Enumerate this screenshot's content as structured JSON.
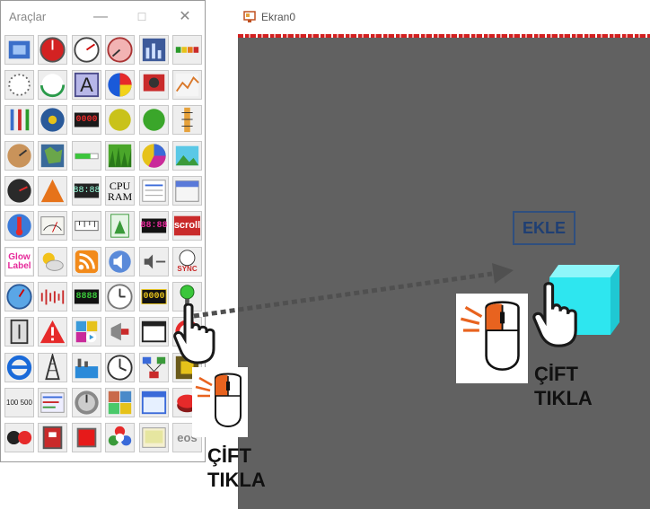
{
  "toolbox": {
    "title": "Araçlar",
    "minimize_glyph": "—",
    "maximize_glyph": "☐",
    "close_glyph": "✕",
    "tools": [
      {
        "icon": "image-rotate-icon"
      },
      {
        "icon": "red-gauge-icon"
      },
      {
        "icon": "speedometer-icon"
      },
      {
        "icon": "pink-gauge-icon"
      },
      {
        "icon": "bar-chart-icon"
      },
      {
        "icon": "level-bar-icon"
      },
      {
        "icon": "dotted-circle-icon"
      },
      {
        "icon": "green-dial-icon"
      },
      {
        "icon": "text-box-icon",
        "text": "A"
      },
      {
        "icon": "color-wheel-icon"
      },
      {
        "icon": "red-speaker-icon"
      },
      {
        "icon": "line-chart-icon"
      },
      {
        "icon": "slider-group-icon"
      },
      {
        "icon": "blue-knob-icon"
      },
      {
        "icon": "digital-display-icon",
        "text": "0000"
      },
      {
        "icon": "yellow-led-icon"
      },
      {
        "icon": "green-led-icon"
      },
      {
        "icon": "thermometer-scale-icon"
      },
      {
        "icon": "copper-knob-icon"
      },
      {
        "icon": "map-icon"
      },
      {
        "icon": "green-progress-icon"
      },
      {
        "icon": "grass-icon"
      },
      {
        "icon": "pie-chart-icon"
      },
      {
        "icon": "picture-icon"
      },
      {
        "icon": "dark-gauge-icon"
      },
      {
        "icon": "triangle-icon"
      },
      {
        "icon": "seven-segment-icon",
        "text": "88:88"
      },
      {
        "icon": "cpu-ram-icon",
        "text": "CPU RAM"
      },
      {
        "icon": "info-panel-icon"
      },
      {
        "icon": "calendar-icon"
      },
      {
        "icon": "thermometer-icon"
      },
      {
        "icon": "analog-meter-icon"
      },
      {
        "icon": "ruler-icon"
      },
      {
        "icon": "document-icon"
      },
      {
        "icon": "led-time-icon",
        "text": "88:88"
      },
      {
        "icon": "scroll-text-icon",
        "text": "scroll"
      },
      {
        "icon": "glow-label-icon",
        "text": "Glow Label"
      },
      {
        "icon": "weather-icon"
      },
      {
        "icon": "rss-icon"
      },
      {
        "icon": "sound-icon"
      },
      {
        "icon": "speaker-wave-icon"
      },
      {
        "icon": "sync-clock-icon",
        "text": "SYNC"
      },
      {
        "icon": "blue-gauge-icon"
      },
      {
        "icon": "audio-level-icon"
      },
      {
        "icon": "digital-counter-icon",
        "text": "8888"
      },
      {
        "icon": "clock-icon"
      },
      {
        "icon": "odometer-icon",
        "text": "0000"
      },
      {
        "icon": "green-indicator-icon"
      },
      {
        "icon": "switch-icon"
      },
      {
        "icon": "warning-icon"
      },
      {
        "icon": "media-icon"
      },
      {
        "icon": "megaphone-icon"
      },
      {
        "icon": "window-icon"
      },
      {
        "icon": "target-icon"
      },
      {
        "icon": "browser-icon"
      },
      {
        "icon": "tower-icon"
      },
      {
        "icon": "factory-icon"
      },
      {
        "icon": "clock-face-icon"
      },
      {
        "icon": "network-icon"
      },
      {
        "icon": "circuit-icon"
      },
      {
        "icon": "numeric-input-icon",
        "text": "100 500"
      },
      {
        "icon": "tank-bars-icon"
      },
      {
        "icon": "round-knob-icon"
      },
      {
        "icon": "image-grid-icon"
      },
      {
        "icon": "window-frame-icon"
      },
      {
        "icon": "red-button-icon"
      },
      {
        "icon": "toggle-button-icon"
      },
      {
        "icon": "red-switch-icon"
      },
      {
        "icon": "red-square-icon"
      },
      {
        "icon": "multicolor-icon"
      },
      {
        "icon": "photo-icon"
      },
      {
        "icon": "eos-logo-icon",
        "text": "eos"
      }
    ]
  },
  "screen": {
    "title": "Ekran0",
    "button_label": "EKLE"
  },
  "callouts": {
    "left": {
      "line1": "ÇİFT",
      "line2": "TIKLA"
    },
    "right": {
      "line1": "ÇİFT",
      "line2": "TIKLA"
    }
  },
  "colors": {
    "screen_bg": "#616161",
    "cube": "#2ee6ef",
    "ekle_border": "#2f4f7f",
    "mouse_accent": "#e8631f"
  }
}
